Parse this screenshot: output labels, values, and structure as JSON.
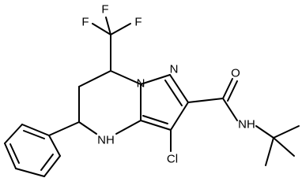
{
  "molecule": {
    "atom_labels": {
      "f_top_left": "F",
      "f_top_right": "F",
      "f_bottom": "F",
      "n_pyrazole": "N",
      "n_bridge": "N",
      "nh_ring": "NH",
      "nh_amide": "NH",
      "o_carbonyl": "O",
      "cl": "Cl"
    }
  }
}
